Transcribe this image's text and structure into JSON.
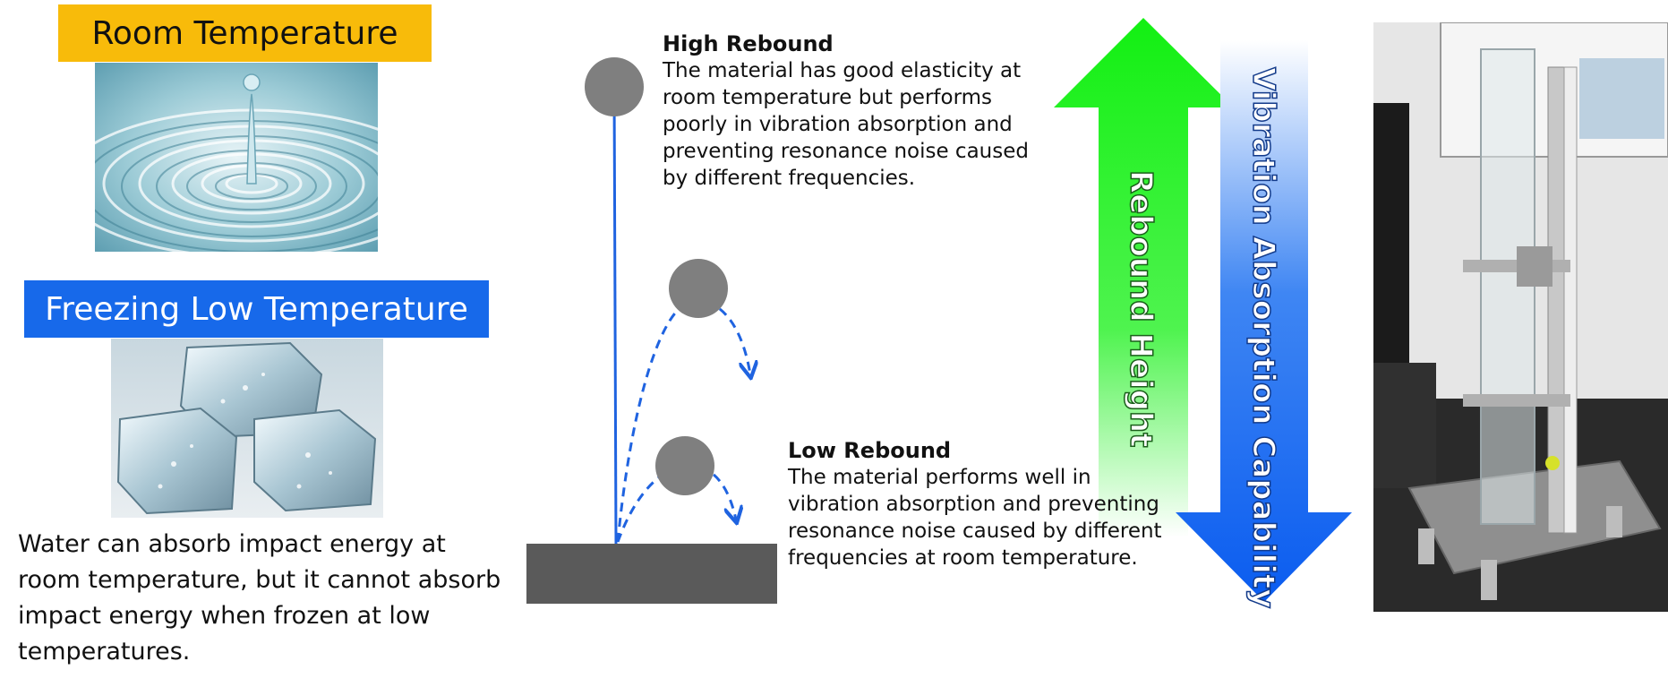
{
  "left_panel": {
    "room_label": "Room Temperature",
    "freezing_label": "Freezing Low Temperature",
    "caption": "Water can absorb impact energy at room temperature, but it cannot absorb impact energy when frozen at low temperatures."
  },
  "diagram": {
    "high_rebound": {
      "title": "High Rebound",
      "text": "The material has good elasticity at room temperature but performs poorly in vibration absorption and preventing resonance noise caused by different frequencies."
    },
    "low_rebound": {
      "title": "Low Rebound",
      "text": "The material performs well in vibration absorption and preventing resonance noise caused by different frequencies at room temperature."
    },
    "rebound_arrow_label": "Rebound Height",
    "vibration_arrow_label": "Vibration Absorption Capability"
  },
  "colors": {
    "room_label_bg": "#f8bb0a",
    "freezing_label_bg": "#1769ea",
    "rebound_arrow": "#12f012",
    "vibration_arrow": "#0a5cf0",
    "trajectory": "#1f63e0",
    "ball": "#7f7f7f",
    "ground": "#5a5a5a"
  }
}
